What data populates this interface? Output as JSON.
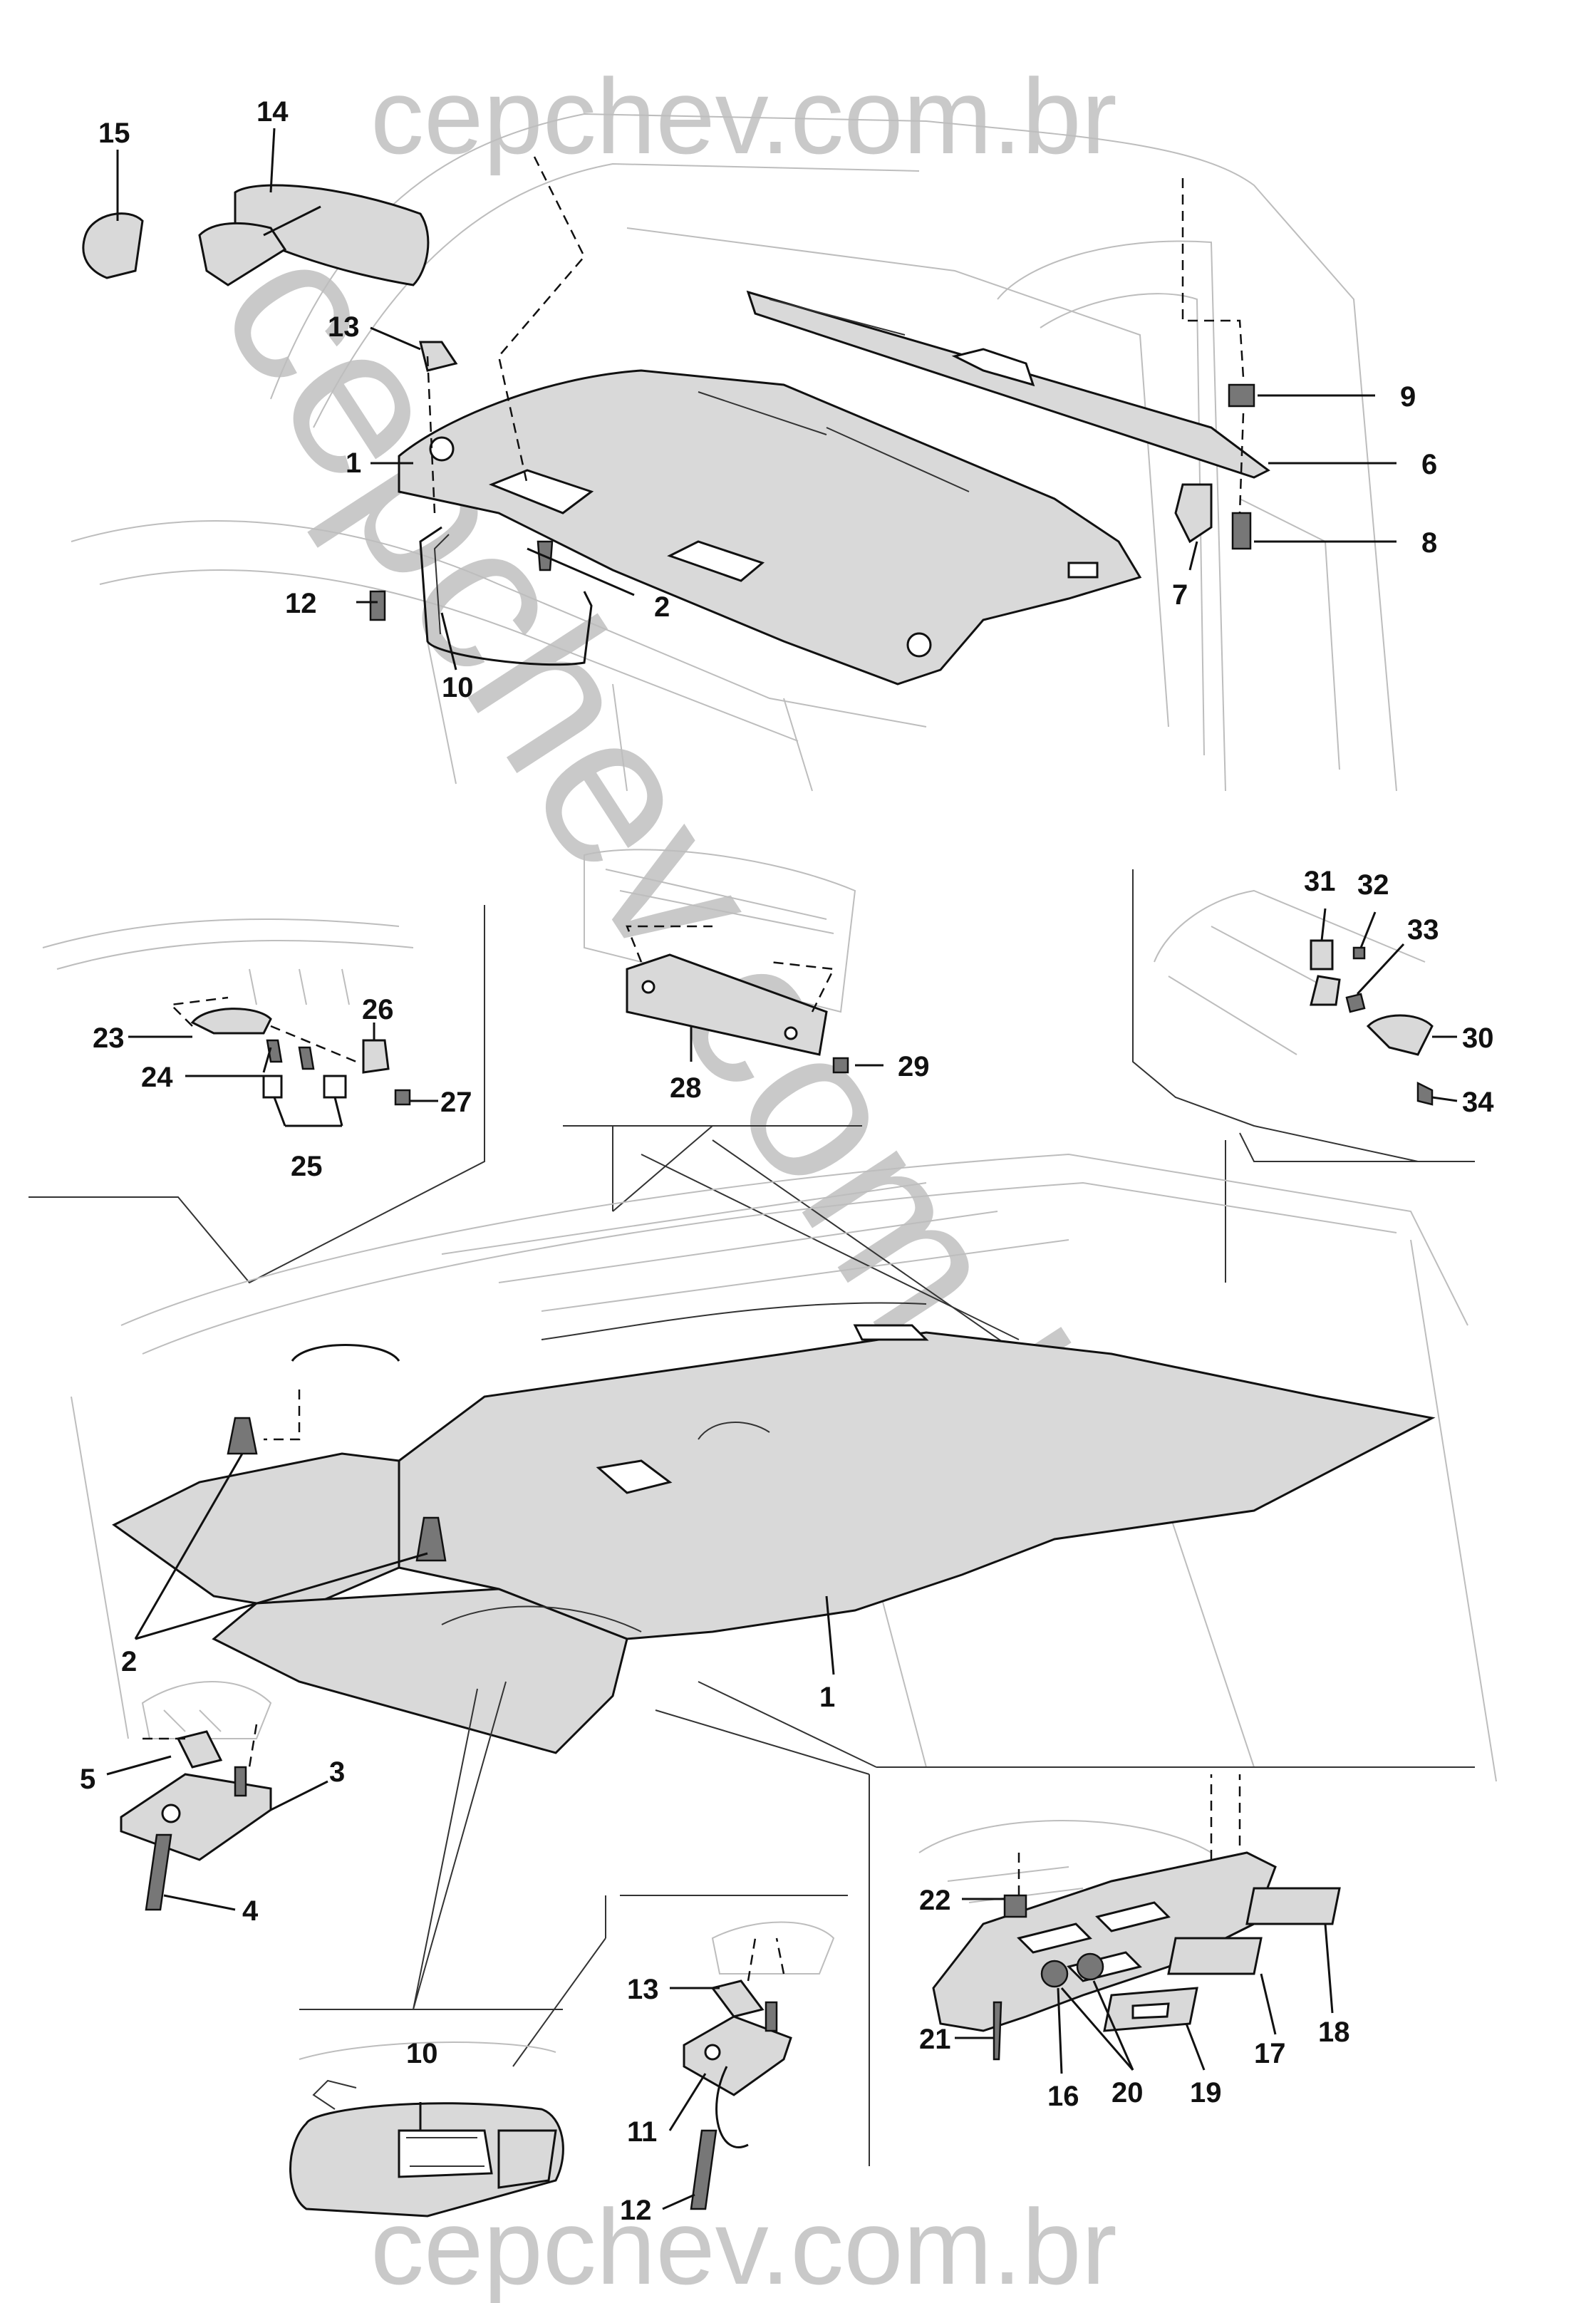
{
  "watermark": {
    "top_text": "cepchev.com.br",
    "diagonal_text": "cepchev.com.br",
    "bottom_text": "cepchev.com.br",
    "color": "#c9c9c9"
  },
  "callouts": {
    "c1_top": "1",
    "c2_top": "2",
    "c6": "6",
    "c7": "7",
    "c8": "8",
    "c9": "9",
    "c10_top": "10",
    "c12_top": "12",
    "c13_top": "13",
    "c14": "14",
    "c15": "15",
    "c23": "23",
    "c24": "24",
    "c25": "25",
    "c26": "26",
    "c27": "27",
    "c28": "28",
    "c29": "29",
    "c30": "30",
    "c31": "31",
    "c32": "32",
    "c33": "33",
    "c34": "34",
    "c1_mid": "1",
    "c2_mid": "2",
    "c3": "3",
    "c4": "4",
    "c5": "5",
    "c10_bot": "10",
    "c11": "11",
    "c12_bot": "12",
    "c13_bot": "13",
    "c16": "16",
    "c17": "17",
    "c18": "18",
    "c19": "19",
    "c20": "20",
    "c21": "21",
    "c22": "22"
  }
}
